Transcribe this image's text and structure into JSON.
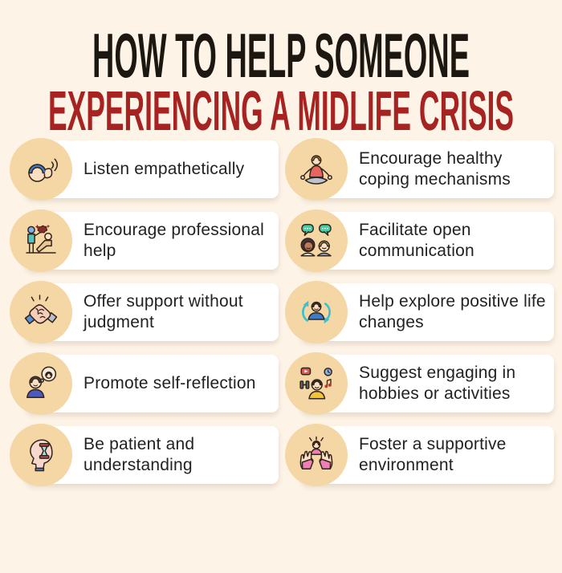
{
  "title": {
    "line1": "HOW TO HELP SOMEONE",
    "line2": "EXPERIENCING A MIDLIFE CRISIS"
  },
  "items": [
    {
      "label": "Listen empathetically",
      "icon": "listening-ear-icon"
    },
    {
      "label": "Encourage healthy coping mechanisms",
      "icon": "meditation-icon"
    },
    {
      "label": "Encourage professional help",
      "icon": "therapy-session-icon"
    },
    {
      "label": "Facilitate open communication",
      "icon": "speech-bubbles-icon"
    },
    {
      "label": "Offer support without judgment",
      "icon": "clasped-hands-icon"
    },
    {
      "label": "Help explore positive life changes",
      "icon": "renewal-arrows-icon"
    },
    {
      "label": "Promote self-reflection",
      "icon": "thought-bubble-icon"
    },
    {
      "label": "Suggest engaging in hobbies or activities",
      "icon": "hobbies-icon"
    },
    {
      "label": "Be patient and understanding",
      "icon": "hourglass-head-icon"
    },
    {
      "label": "Foster a supportive environment",
      "icon": "supporting-hands-icon"
    }
  ],
  "colors": {
    "bg": "#FDF4E7",
    "circle": "#F5D7A6",
    "red": "#A62321",
    "ink": "#1D1712",
    "card": "#FFFFFF",
    "text": "#222222"
  }
}
